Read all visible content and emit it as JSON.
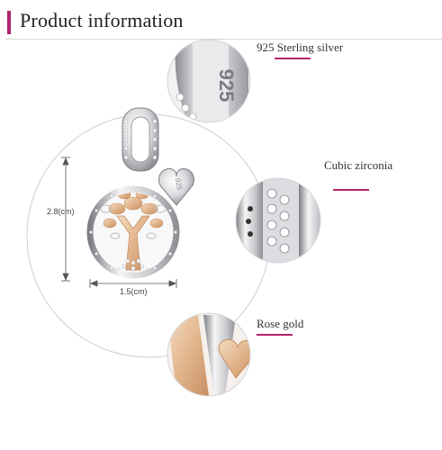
{
  "header": {
    "title": "Product information",
    "accent_color": "#b3246d"
  },
  "callouts": [
    {
      "id": "silver",
      "label": "925 Sterling silver"
    },
    {
      "id": "zirconia",
      "label": "Cubic zirconia"
    },
    {
      "id": "rosegold",
      "label": "Rose gold"
    }
  ],
  "dimensions": {
    "height_label": "2.8(cm)",
    "width_label": "1.5(cm)"
  },
  "engraving": {
    "zoom_text": "925",
    "tag_text": "925"
  },
  "colors": {
    "accent": "#b3246d",
    "silver": "#d9dadd",
    "silver_dark": "#8e9096",
    "rose_gold": "#e2b58c",
    "rose_gold_dark": "#c78f62"
  }
}
